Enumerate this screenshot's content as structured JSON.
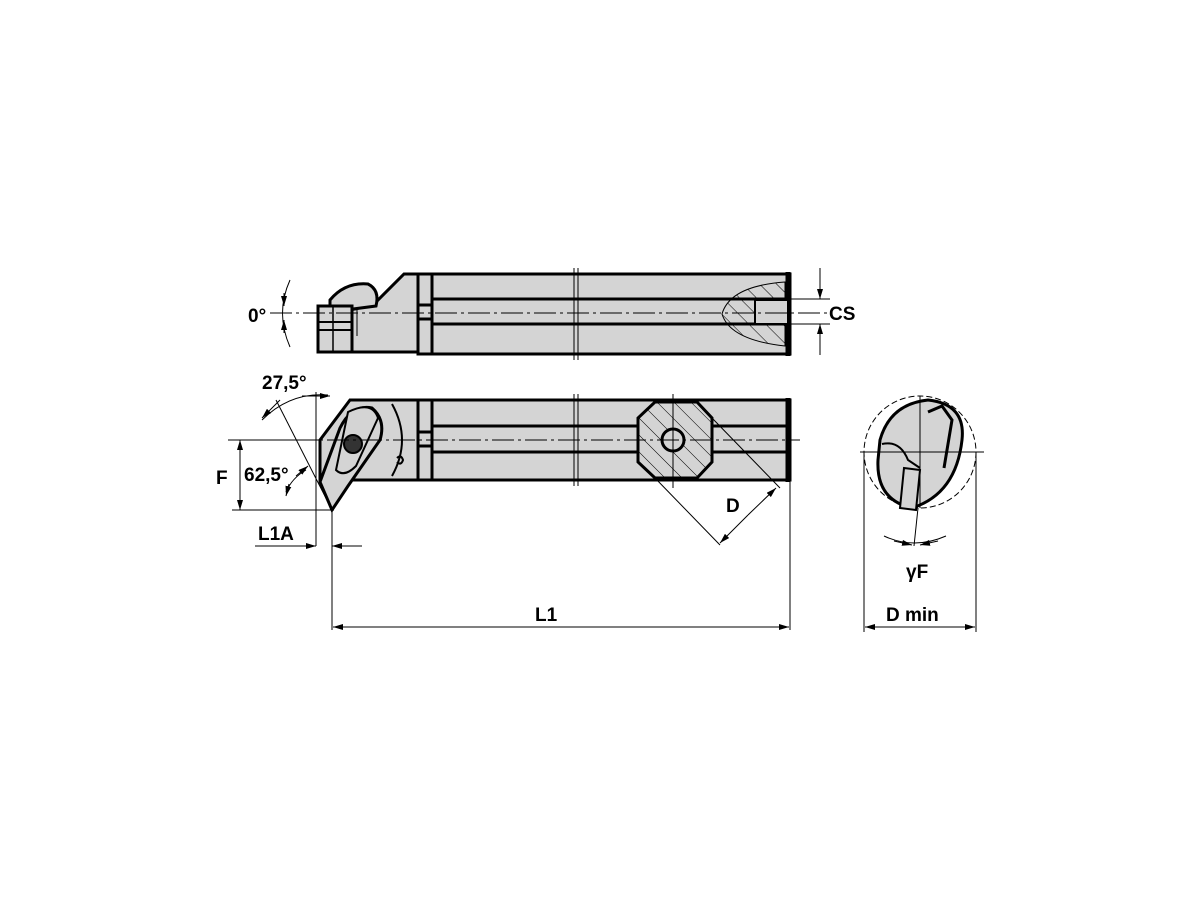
{
  "drawing": {
    "title": "Boring bar technical drawing",
    "colors": {
      "body_fill": "#d4d4d4",
      "outline": "#000000",
      "background": "#ffffff"
    },
    "labels": {
      "angle_top_view": "0°",
      "cs": "CS",
      "angle_27": "27,5°",
      "angle_62": "62,5°",
      "f": "F",
      "l1a": "L1A",
      "d": "D",
      "l1": "L1",
      "gamma_f": "γF",
      "d_min": "D min"
    },
    "views": [
      "top-view",
      "side-view",
      "end-view"
    ]
  }
}
